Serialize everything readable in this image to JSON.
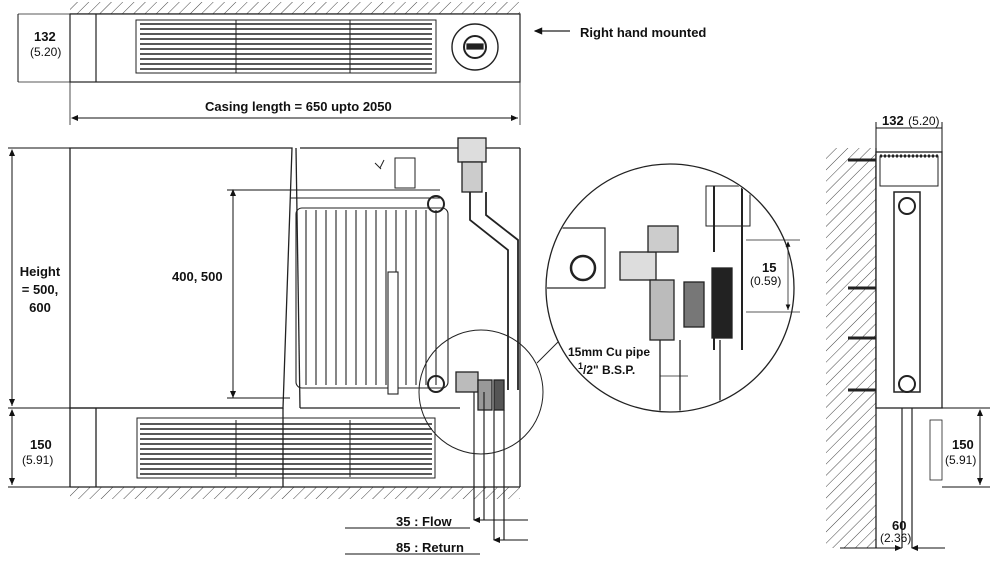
{
  "top_view": {
    "dim_depth_mm": "132",
    "dim_depth_in": "(5.20)",
    "mount_note": "Right hand mounted",
    "casing_length": "Casing length = 650 upto 2050"
  },
  "front_view": {
    "height_line1": "Height",
    "height_line2": "= 500,",
    "height_line3": "600",
    "inner_height": "400, 500",
    "base_mm": "150",
    "base_in": "(5.91)",
    "flow": "35 : Flow",
    "return": "85 : Return"
  },
  "detail": {
    "dim_mm": "15",
    "dim_in": "(0.59)",
    "pipe_line1": "15mm Cu pipe",
    "pipe_frac_num": "1",
    "pipe_frac_rest": "/2\" B.S.P."
  },
  "side_view": {
    "depth_mm": "132",
    "depth_in": "(5.20)",
    "base_mm": "150",
    "base_in": "(5.91)",
    "pipe_mm": "60",
    "pipe_in": "(2.36)"
  }
}
